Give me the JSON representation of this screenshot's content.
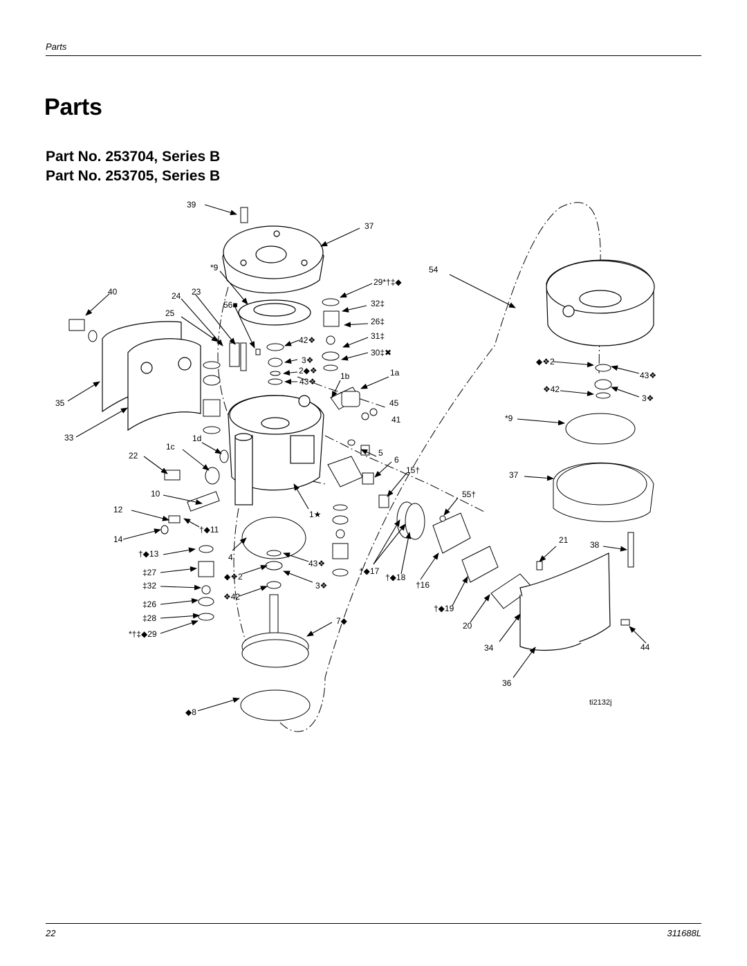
{
  "header": {
    "section": "Parts"
  },
  "title": "Parts",
  "subtitles": [
    "Part No. 253704, Series B",
    "Part No. 253705, Series B"
  ],
  "drawing_id": "ti2132j",
  "callouts": [
    "39",
    "37",
    "*9",
    "54",
    "29*†‡◆",
    "40",
    "24",
    "23",
    "56■",
    "32‡",
    "25",
    "26‡",
    "42❖",
    "31‡",
    "3❖",
    "30‡✖",
    "2◆❖",
    "1a",
    "43❖",
    "1b",
    "35",
    "45",
    "41",
    "33",
    "1d",
    "1c",
    "22",
    "5",
    "6",
    "15†",
    "10",
    "55†",
    "12",
    "1★",
    "†◆11",
    "14",
    "†◆13",
    "4",
    "43❖",
    "‡27",
    "◆❖2",
    "3❖",
    "‡32",
    "❖42",
    "‡26",
    "‡28",
    "*†‡◆29",
    "7◆",
    "◆8",
    "†◆17",
    "†◆18",
    "†16",
    "†◆19",
    "20",
    "34",
    "36",
    "◆❖2",
    "43❖",
    "❖42",
    "3❖",
    "*9",
    "37",
    "21",
    "38",
    "44"
  ],
  "footer": {
    "page_number": "22",
    "doc_number": "311688L"
  }
}
